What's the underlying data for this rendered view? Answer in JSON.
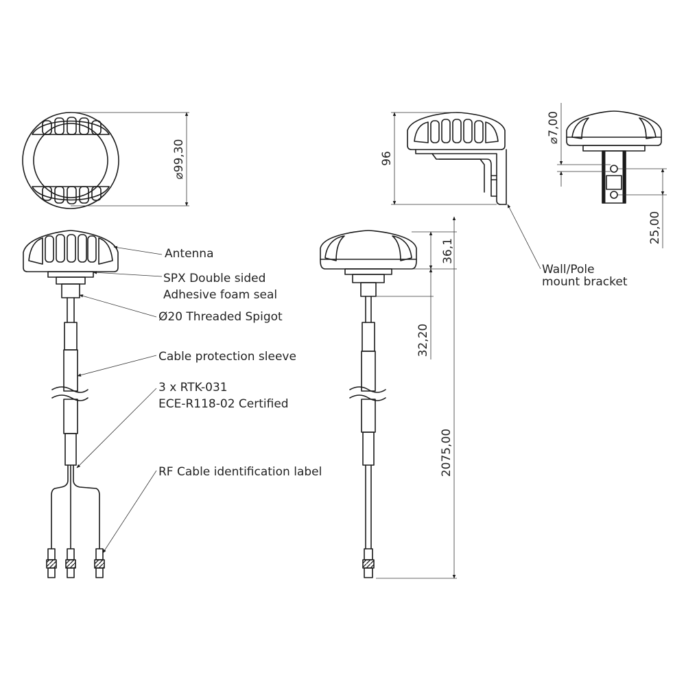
{
  "labels": {
    "antenna": "Antenna",
    "seal_line1": "SPX Double sided",
    "seal_line2": "Adhesive foam seal",
    "spigot": "Ø20 Threaded Spigot",
    "sleeve": "Cable protection sleeve",
    "certified_line1": "3 x RTK-031",
    "certified_line2": "ECE-R118-02 Certified",
    "rf_label": "RF Cable identification label",
    "bracket_line1": "Wall/Pole",
    "bracket_line2": "mount bracket"
  },
  "dimensions": {
    "diameter_top": "⌀99,30",
    "height_bracket": "96",
    "diameter_hole": "⌀7,00",
    "hole_spacing": "25,00",
    "antenna_height": "36,1",
    "spigot_length": "32,20",
    "cable_length": "2075,00"
  }
}
